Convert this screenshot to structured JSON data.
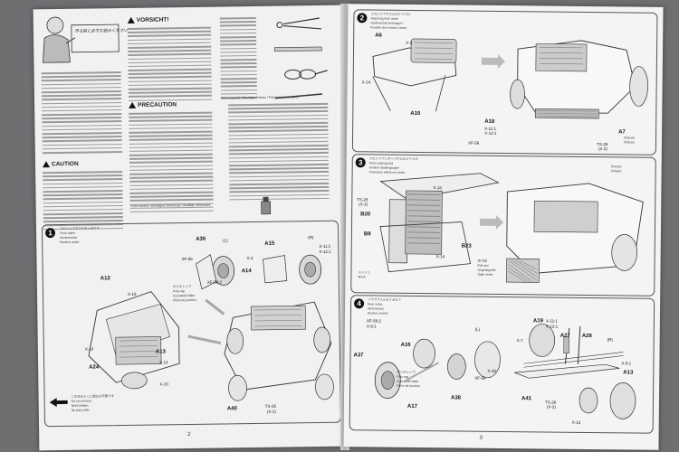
{
  "left_page": {
    "page_number": "2",
    "kanji_block": "作る前に必ずお読みください",
    "vorsicht": "VORSICHT!",
    "precaution": "PRECAUTION",
    "caution": "CAUTION",
    "tools_note": "Tools needed / Benötigtes Werkzeug / Outillage nécessaire",
    "paint_label": "Paint required / Benötigte Farben / Peintures nécessaires",
    "step1": {
      "number": "1",
      "title_jp": "フロントアクスルのくみたて",
      "title_en": "Front axles",
      "title_de": "Vorderachse",
      "title_fr": "Essieux avant",
      "parts": [
        "A36",
        "(L)",
        "A15",
        "A14",
        "(R)",
        "A12",
        "A24",
        "A13",
        "A40",
        "X-19",
        "X-18",
        "X-14",
        "X-10",
        "XF-56",
        "X-3",
        "X-11:1",
        "X-12:1",
        "XF-56:2",
        "TS-26",
        "(X-2)"
      ],
      "polycap_jp": "ポリキャップ",
      "polycap_en": "Poly cap",
      "polycap_de": "Kunststoff-Nabe",
      "polycap_fr": "Pièce de jonction",
      "unused_jp": "この先のとくに組立は不要です",
      "unused_en": "Do not cement.",
      "unused_de": "Nicht kleben.",
      "unused_fr": "Ne pas coller."
    }
  },
  "right_page": {
    "page_number": "3",
    "step2": {
      "number": "2",
      "title_jp": "フロントアクスルのとりつけ",
      "title_en": "Attaching front axles",
      "title_de": "Vorderachse befestigen",
      "title_fr": "Fixation des essieux avant",
      "parts": [
        "A6",
        "X-2",
        "X-14",
        "A10",
        "A18",
        "X-11:1",
        "X-12:1",
        "XF-56",
        "A7",
        "TS-26",
        "(X-2)",
        "Chassis",
        "Châssis"
      ]
    },
    "step3": {
      "number": "3",
      "title_jp": "フロントアンダーパネルのとりつけ",
      "title_en": "Front underguard",
      "title_de": "Vordere Bodengruppe",
      "title_fr": "Protection inférieure avant",
      "parts": [
        "X-18",
        "B20",
        "B9",
        "B23",
        "X-14",
        "TS-26",
        "(X-2)",
        "Chassis",
        "Châssis"
      ],
      "fullsize_jp": "原寸図",
      "fullsize_en": "Full size",
      "fullsize_de": "Originalgröße",
      "fullsize_fr": "Taille réelle",
      "mesh_jp": "メッシュ",
      "mesh_en": "Mesh"
    },
    "step4": {
      "number": "4",
      "title_jp": "リヤアクスルのくみたて",
      "title_en": "Rear axles",
      "title_de": "Hinterachse",
      "title_fr": "Essieux arrière",
      "parts": [
        "XF-56:2",
        "X-8:1",
        "A19",
        "X-11:1",
        "X-12:1",
        "A27",
        "A28",
        "(L)",
        "A37",
        "X-7",
        "A16",
        "X-18",
        "XF-56",
        "A38",
        "A41",
        "A17",
        "TS-26",
        "(X-2)",
        "A13",
        "X-13",
        "(R)",
        "X-9:1"
      ],
      "polycap_jp": "ポリキャップ",
      "polycap_en": "Poly cap",
      "polycap_de": "Kunststoff-Nabe",
      "polycap_fr": "Pièce de jonction"
    }
  },
  "colors": {
    "background": "#6f6f72",
    "paper": "#f1f1ef",
    "ink": "#222222"
  }
}
